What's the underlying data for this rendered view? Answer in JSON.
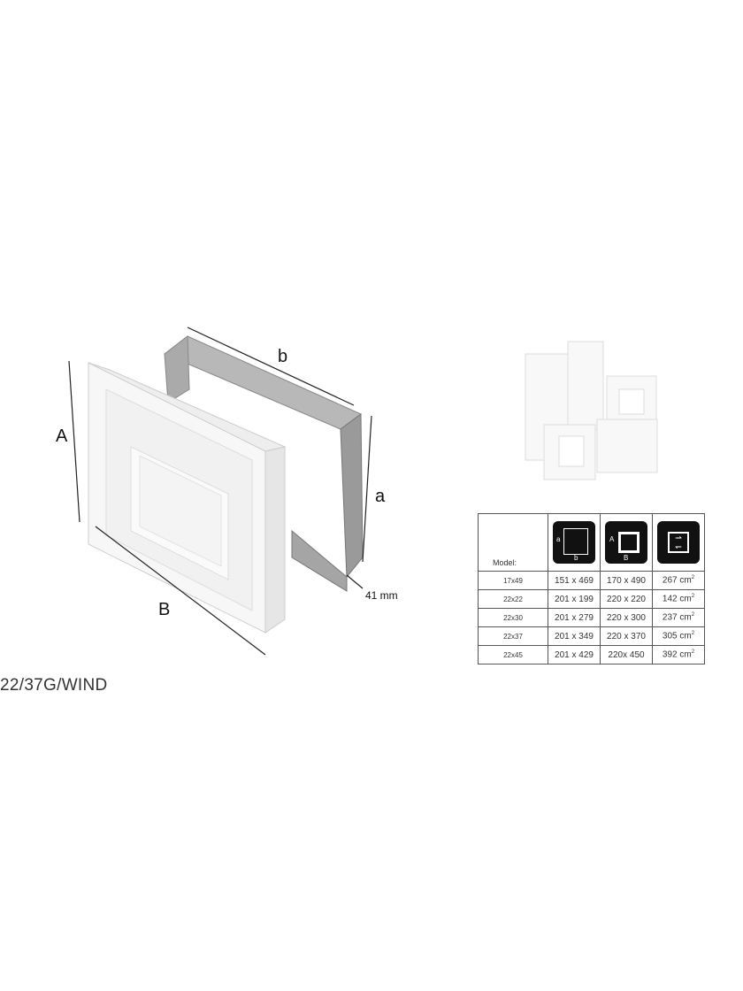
{
  "drawing": {
    "labels": {
      "A": "A",
      "B": "B",
      "a": "a",
      "b": "b",
      "depth": "41 mm"
    }
  },
  "model_name": "22/37G/WIND",
  "table": {
    "header": {
      "model": "Model:",
      "icon1": {
        "name": "inner-dimension-icon",
        "side": "a",
        "bottom": "b"
      },
      "icon2": {
        "name": "outer-dimension-icon",
        "side": "A",
        "bottom": "B"
      },
      "icon3": {
        "name": "airflow-area-icon"
      }
    },
    "rows": [
      {
        "model": "17x49",
        "inner": "151 x 469",
        "outer": "170 x 490",
        "area": "267 cm",
        "unit_exp": "2"
      },
      {
        "model": "22x22",
        "inner": "201 x 199",
        "outer": "220 x 220",
        "area": "142 cm",
        "unit_exp": "2"
      },
      {
        "model": "22x30",
        "inner": "201 x 279",
        "outer": "220 x 300",
        "area": "237 cm",
        "unit_exp": "2"
      },
      {
        "model": "22x37",
        "inner": "201 x 349",
        "outer": "220 x 370",
        "area": "305 cm",
        "unit_exp": "2"
      },
      {
        "model": "22x45",
        "inner": "201 x 429",
        "outer": "220x 450",
        "area": "392 cm",
        "unit_exp": "2"
      }
    ]
  }
}
